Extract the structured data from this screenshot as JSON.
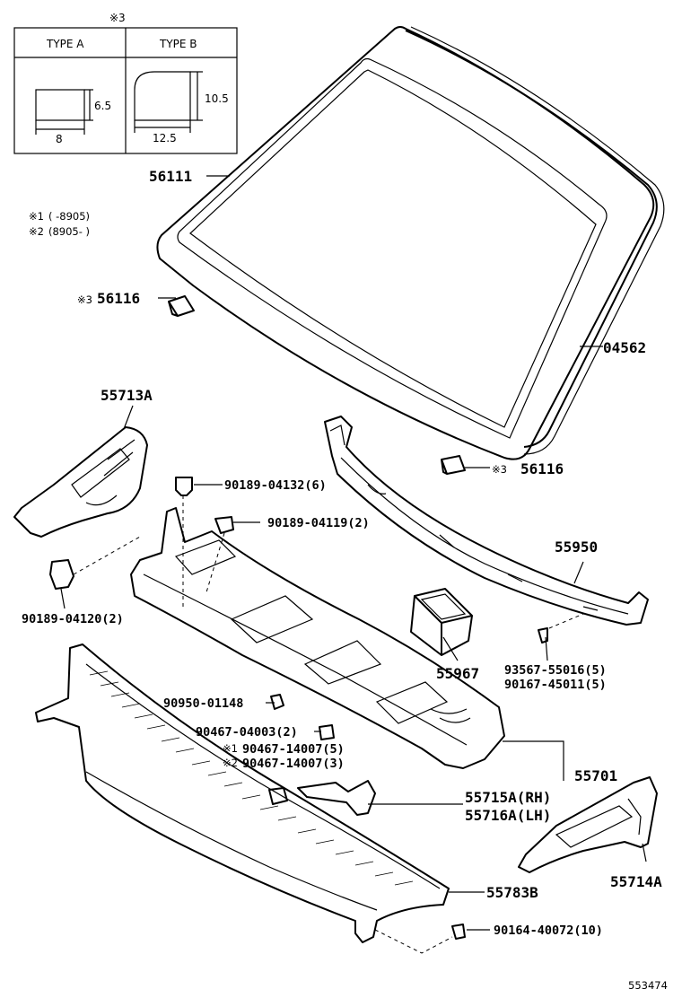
{
  "type_table": {
    "marker": "※3",
    "type_a": {
      "label": "TYPE A",
      "dim_height": "6.5",
      "dim_width": "8"
    },
    "type_b": {
      "label": "TYPE B",
      "dim_height": "10.5",
      "dim_width": "12.5"
    }
  },
  "notes": [
    {
      "marker": "※1",
      "text": "(       -8905)"
    },
    {
      "marker": "※2",
      "text": "(8905-       )"
    }
  ],
  "parts": {
    "windshield": "56111",
    "spacer_left_marker": "※3",
    "spacer_left": "56116",
    "molding": "04562",
    "cowl_side_left": "55713A",
    "spacer_right_marker": "※3",
    "spacer_right": "56116",
    "clip_a": "90189-04132(6)",
    "clip_b": "90189-04119(2)",
    "cowl_top_panel": "55950",
    "clip_c": "90189-04120(2)",
    "duct": "55967",
    "screw_a": "93567-55016(5)",
    "screw_b": "90167-45011(5)",
    "bolt": "90950-01148",
    "clip_d": "90467-04003(2)",
    "clip_e_marker": "※1",
    "clip_e": "90467-14007(5)",
    "clip_f_marker": "※2",
    "clip_f": "90467-14007(3)",
    "cowl_panel": "55701",
    "bracket_rh": "55715A(RH)",
    "bracket_lh": "55716A(LH)",
    "cowl_side_right": "55714A",
    "cowl_louver": "55783B",
    "clip_g": "90164-40072(10)"
  },
  "figure_id": "553474"
}
